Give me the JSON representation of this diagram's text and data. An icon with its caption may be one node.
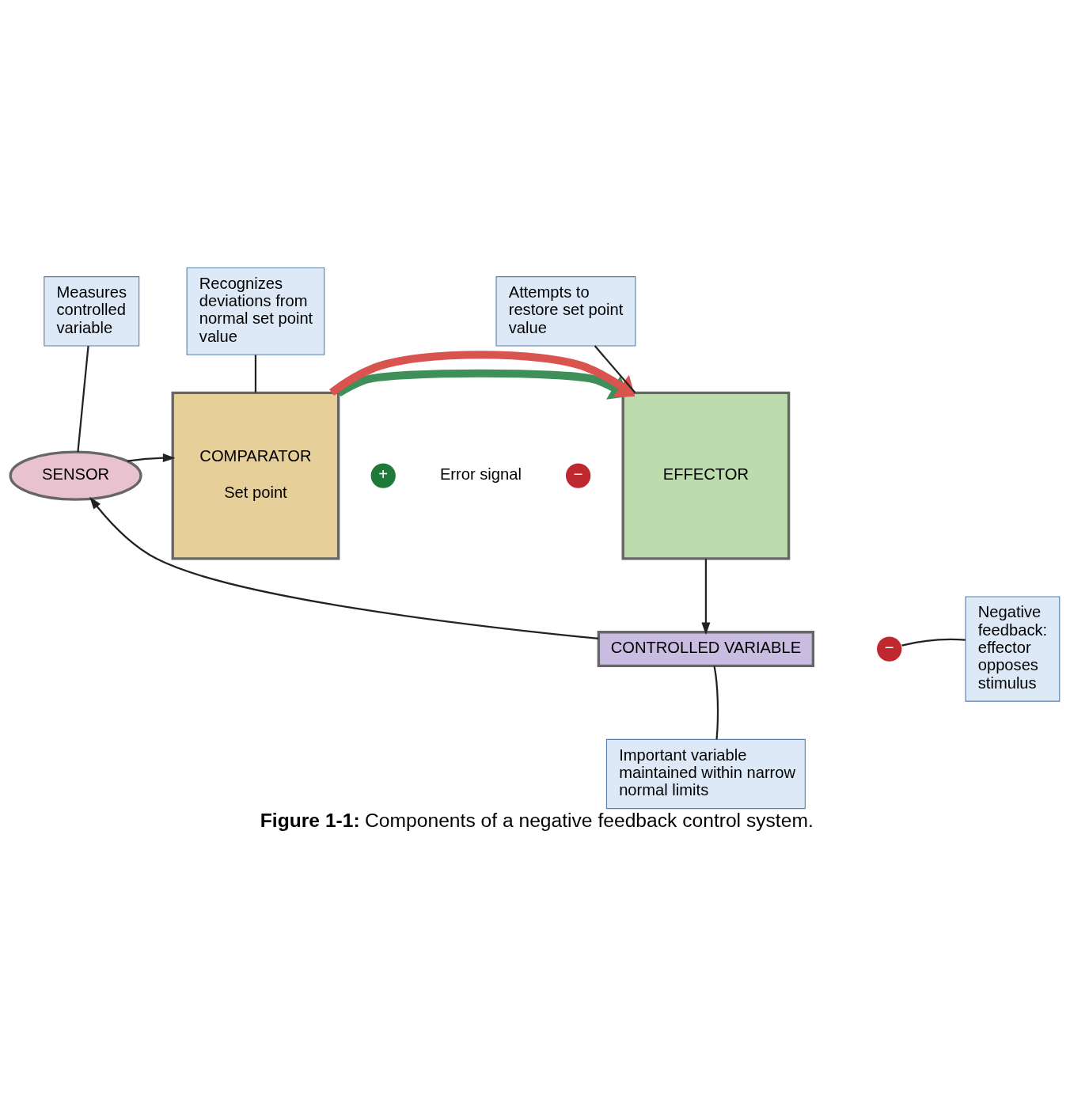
{
  "diagram": {
    "caption": "**Figure 1-1:** Components of a negative feedback control system.",
    "nodes": [
      {
        "text": [
          "Measures controlled variable"
        ]
      },
      {
        "text": [
          "SENSOR"
        ]
      },
      {
        "text": [
          "Recognizes deviations from normal set point value"
        ]
      },
      {
        "text": [
          "COMPARATOR",
          "Set point"
        ]
      },
      {
        "text": [
          "Attempts to restore set point value"
        ]
      },
      {
        "text": [
          "EFFECTOR"
        ]
      },
      {
        "text": [
          "CONTROLLED VARIABLE"
        ]
      },
      {
        "text": [
          "Important variable maintained within narrow normal limits"
        ]
      },
      {
        "text": [
          "Negative feedback: effector opposes stimulus"
        ]
      },
      {
        "text": [
          "+"
        ]
      },
      {
        "text": [
          "−"
        ]
      },
      {
        "text": [
          "−"
        ]
      }
    ],
    "edges": [
      {
        "from": 0,
        "to": 1,
        "arrow": "none"
      },
      {
        "from": 2,
        "to": 3,
        "arrow": "none"
      },
      {
        "from": 4,
        "to": 5,
        "arrow": "none"
      },
      {
        "from": 1,
        "to": 3,
        "arrow": "to"
      },
      {
        "from": 3,
        "to": 5,
        "arrow": "to",
        "style": "thick",
        "color": "#3f8f5a"
      },
      {
        "from": 3,
        "to": 5,
        "arrow": "to",
        "style": "thick",
        "color": "#d9534f"
      },
      {
        "from": 5,
        "to": 6,
        "arrow": "to"
      },
      {
        "from": 6,
        "to": 1,
        "arrow": "to"
      },
      {
        "from": 7,
        "to": 6,
        "arrow": "none"
      },
      {
        "from": 8,
        "to": 11,
        "arrow": "none"
      }
    ],
    "labels": [
      "Error signal"
    ]
  }
}
